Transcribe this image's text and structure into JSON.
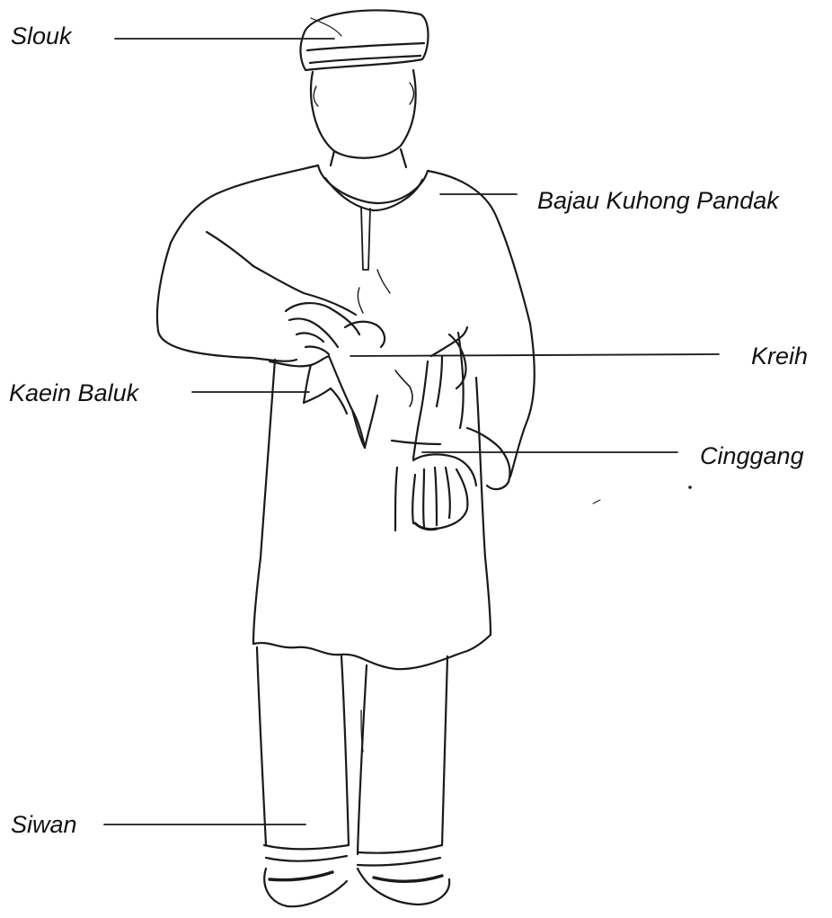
{
  "labels": {
    "slouk": "Slouk",
    "bajau_kuhong_pandak": "Bajau Kuhong Pandak",
    "kreih": "Kreih",
    "kaein_baluk": "Kaein Baluk",
    "cinggang": "Cinggang",
    "siwan": "Siwan"
  },
  "colors": {
    "ink": "#1a1a1a",
    "paper": "#ffffff"
  }
}
